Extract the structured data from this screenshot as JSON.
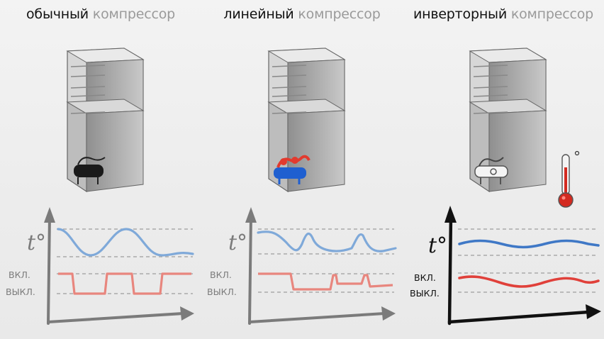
{
  "panels": [
    {
      "title_main": "обычный",
      "title_rest": "компрессор",
      "y_label": "t°",
      "on_label": "ВКЛ.",
      "off_label": "ВЫКЛ.",
      "style": "light",
      "compressor": "black"
    },
    {
      "title_main": "линейный",
      "title_rest": "компрессор",
      "y_label": "t°",
      "on_label": "ВКЛ.",
      "off_label": "ВЫКЛ.",
      "style": "light",
      "compressor": "red-blue"
    },
    {
      "title_main": "инверторный",
      "title_rest": "компрессор",
      "y_label": "t°",
      "on_label": "ВКЛ.",
      "off_label": "ВЫКЛ.",
      "style": "dark",
      "compressor": "white"
    }
  ],
  "colors": {
    "temperature_line": "#7fa9d9",
    "temperature_line_strong": "#3f78c6",
    "compressor_line": "#e8867e",
    "compressor_line_strong": "#e0403a",
    "axis_light": "#7b7b7b",
    "axis_dark": "#111111",
    "guide_dashes": "#a9a9a9"
  },
  "thermometer_icon": "thermometer-icon"
}
